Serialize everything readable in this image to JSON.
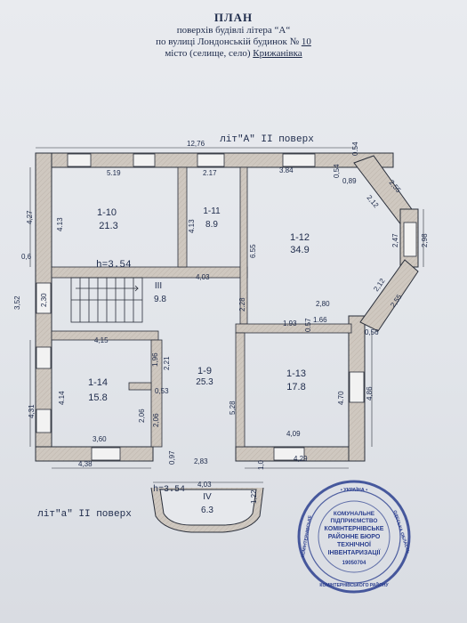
{
  "header": {
    "title": "ПЛАН",
    "line1": "поверхів будівлі літера “А“",
    "line2_prefix": "по вулиці Лондонській   будинок №",
    "house_number": "10",
    "line3_prefix": "місто (селище, село)",
    "village": "Крижанівка"
  },
  "plan": {
    "top_label": "літ\"А\" II поверх",
    "bottom_label": "літ\"а\" II поверх",
    "rooms": [
      {
        "id": "1-10",
        "label": "1-10",
        "area": "21.3"
      },
      {
        "id": "1-11",
        "label": "1-11",
        "area": "8.9"
      },
      {
        "id": "1-12",
        "label": "1-12",
        "area": "34.9"
      },
      {
        "id": "III",
        "label": "III",
        "area": "9.8"
      },
      {
        "id": "1-9",
        "label": "1-9",
        "area": "25.3"
      },
      {
        "id": "1-14",
        "label": "1-14",
        "area": "15.8"
      },
      {
        "id": "1-13",
        "label": "1-13",
        "area": "17.8"
      },
      {
        "id": "IV",
        "label": "IV",
        "area": "6.3"
      }
    ],
    "heights": [
      "h=3.54",
      "h=3.54"
    ],
    "dims": {
      "d1276": "12,76",
      "d054": "0.54",
      "d519": "5.19",
      "d217": "2.17",
      "d384": "3.84",
      "d054b": "0,54",
      "d089": "0,89",
      "d255a": "2,55",
      "d212a": "2,12",
      "d427": "4,27",
      "d413a": "4.13",
      "d413b": "4.13",
      "d655": "6.55",
      "d247": "2,47",
      "d298": "2,98",
      "d06": "0,6",
      "d403a": "4,03",
      "d352": "3,52",
      "d230": "2,30",
      "d228": "2.28",
      "d280": "2,80",
      "d212b": "2,12",
      "d255b": "2,55",
      "d193": "1.93",
      "d166": "1.66",
      "d057": "0.57",
      "d056": "0,56",
      "d415": "4,15",
      "d196": "1,96",
      "d221": "2,21",
      "d053": "0,53",
      "d414": "4.14",
      "d431": "4,31",
      "d206a": "2,06",
      "d206b": "2,06",
      "d528": "5,28",
      "d470": "4.70",
      "d486": "4,86",
      "d360": "3,60",
      "d409": "4,09",
      "d438": "4,38",
      "d097": "0,97",
      "d283": "2,83",
      "d10": "1,0",
      "d429": "4,29",
      "d403b": "4,03",
      "d122": "1,22"
    }
  },
  "stamp": {
    "line1": "КОМУНАЛЬНЕ",
    "line2": "ПІДПРИЄМСТВО",
    "line3": "КОМІНТЕРНІВСЬКЕ",
    "line4": "РАЙОННЕ БЮРО",
    "line5": "ТЕХНІЧНОЇ",
    "line6": "ІНВЕНТАРИЗАЦІЇ",
    "code": "19050704",
    "ring_top": "• УКРАЇНА •",
    "ring_right": "ОДЕСЬКА ОБЛАСТЬ",
    "ring_left": "КОМІНТЕРНІВСЬКЕ",
    "ring_bottom": "КОМІНТЕРНІВСЬКОГО РАЙОНУ"
  },
  "colors": {
    "ink": "#1d2a4a",
    "wall": "#c9c2ba",
    "stamp": "#2b3f8f",
    "paper": "#e6e8ec"
  }
}
